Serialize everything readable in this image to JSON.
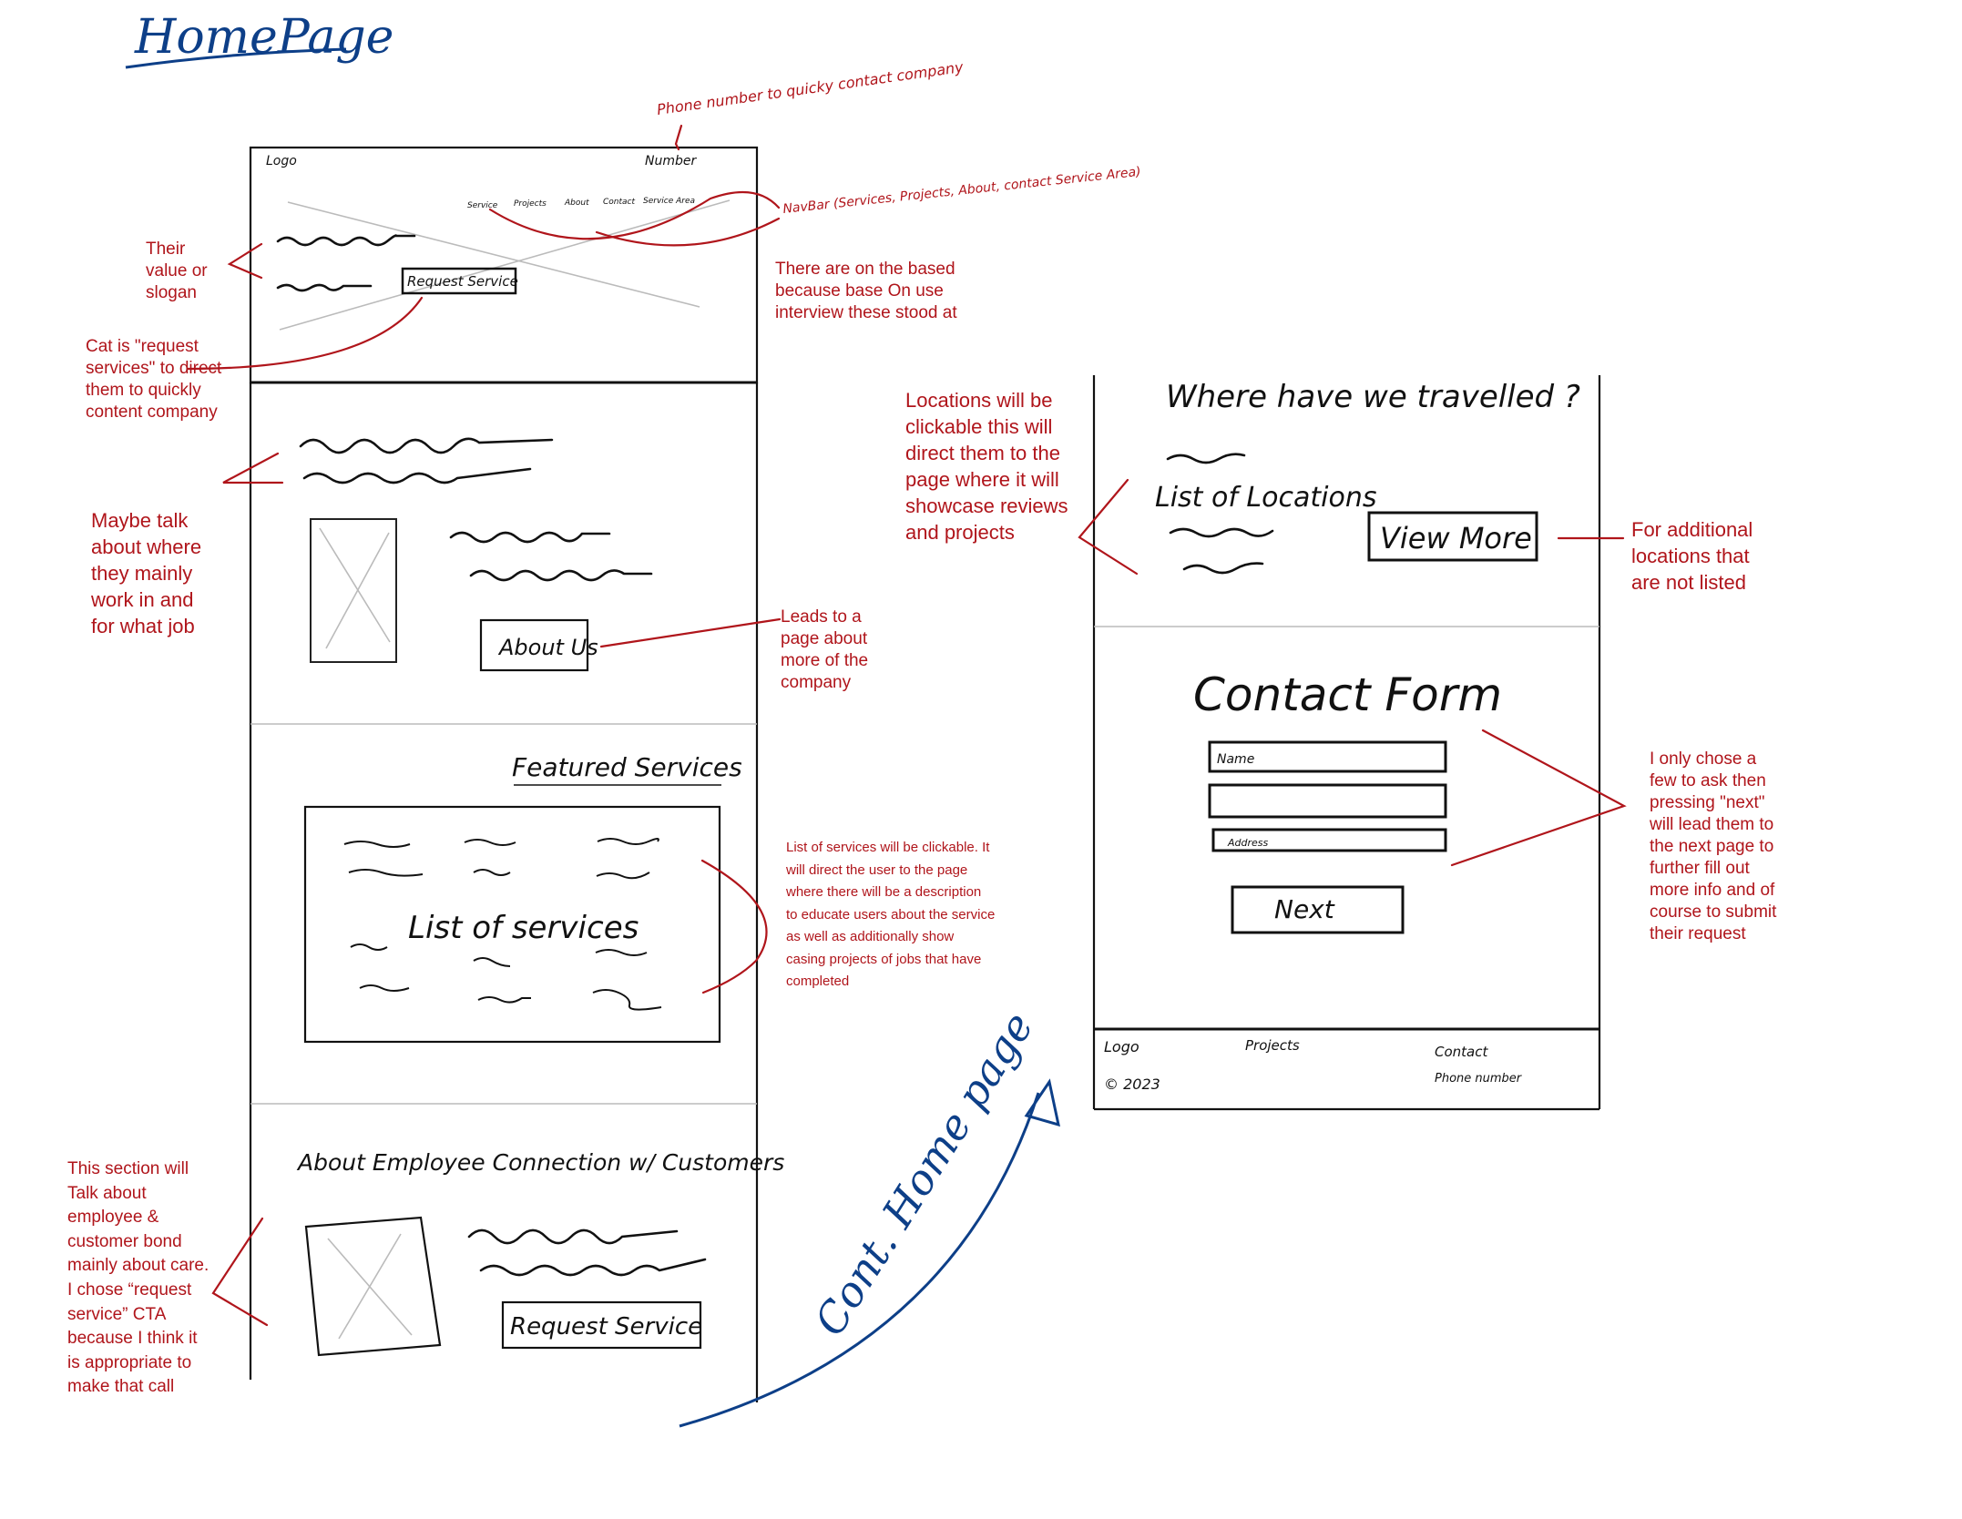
{
  "title": "HomePage",
  "wireframe1": {
    "logo": "Logo",
    "number": "Number",
    "nav": [
      "Service",
      "Projects",
      "About",
      "Contact",
      "Service Area"
    ],
    "request_service_1": "Request Service",
    "about_us": "About Us",
    "featured_services": "Featured Services",
    "list_of_services": "List of services",
    "about_employee": "About Employee Connection w/ Customers",
    "request_service_2": "Request Service"
  },
  "wireframe2": {
    "where_travelled": "Where have we travelled ?",
    "list_of_locations": "List of Locations",
    "view_more": "View More",
    "contact_form": "Contact Form",
    "name_field": "Name",
    "address_field": "Address",
    "next": "Next",
    "footer_logo": "Logo",
    "footer_projects": "Projects",
    "footer_contact": "Contact",
    "footer_copyright": "© 2023",
    "footer_phone": "Phone number"
  },
  "annotations": {
    "phone": "Phone number to quicky contact company",
    "navbar": "NavBar (Services, Projects, About, contact Service Area)",
    "navbar_typed": "There are on the based because base On use interview these stood at",
    "slogan": "Their value or slogan",
    "cta": "Cat is \"request services\" to direct them to quickly content company",
    "maybe_talk": "Maybe talk about where they mainly work in and for what job",
    "leads_to": "Leads to a page about more of the company",
    "list_services": "List of services will be clickable. It will direct the user to the page where there will be a description to educate users about the service as well as additionally show casing projects of jobs that have completed",
    "this_section": "This section will Talk about employee & customer bond mainly about care. I chose “request service”  CTA because I think it is appropriate to make that call",
    "locations": "Locations will be clickable this will direct them to the page where it will showcase reviews and projects",
    "additional": "For additional locations that are not listed",
    "only_chose": "I only chose a few to ask then pressing \"next\" will lead them to the next page to further fill out more info and of course to submit their request",
    "cont_homepage": "Cont. Home page"
  }
}
